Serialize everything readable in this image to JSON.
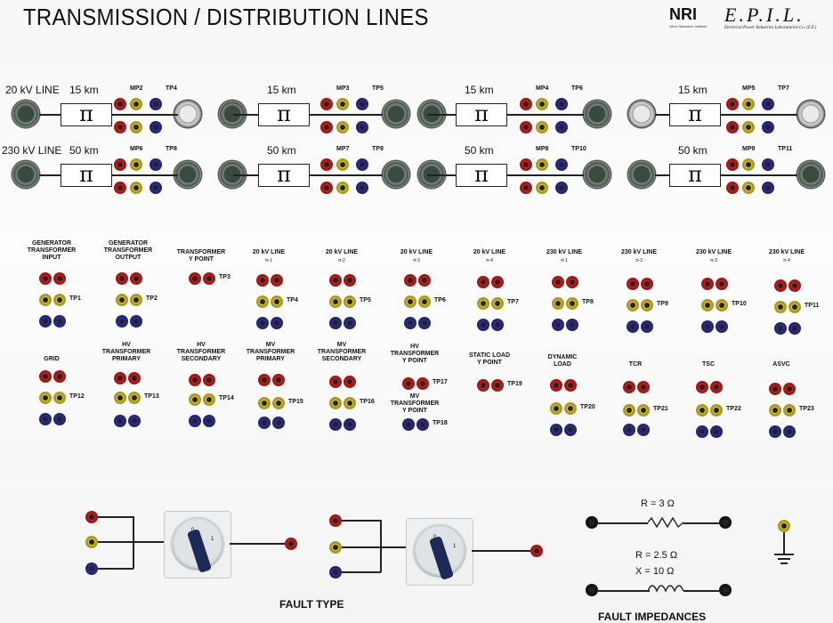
{
  "title": "TRANSMISSION / DISTRIBUTION LINES",
  "logos": {
    "nri": "NRI",
    "nri_sub": "Nirvo Research Institute",
    "epil": "E.P.I.L.",
    "epil_sub": "Electrical Power Industries Laboratories Co. (F.Z.)"
  },
  "lines": {
    "l20_label": "20 kV LINE",
    "l230_label": "230 kV LINE",
    "km20": "15 km",
    "km230": "50 km",
    "pi": "π",
    "l20_mp": [
      "MP2",
      "MP3",
      "MP4",
      "MP5"
    ],
    "l20_tp": [
      "TP4",
      "TP5",
      "TP6",
      "TP7"
    ],
    "l230_mp": [
      "MP6",
      "MP7",
      "MP8",
      "MP9"
    ],
    "l230_tp": [
      "TP8",
      "TP9",
      "TP10",
      "TP11"
    ]
  },
  "row1": [
    {
      "label": "GENERATOR\nTRANSFORMER\nINPUT",
      "sub": "",
      "tp": "TP1"
    },
    {
      "label": "GENERATOR\nTRANSFORMER\nOUTPUT",
      "sub": "",
      "tp": "TP2"
    },
    {
      "label": "TRANSFORMER\nY POINT",
      "sub": "",
      "tp": "TP3"
    },
    {
      "label": "20 kV LINE",
      "sub": "π-1",
      "tp": "TP4"
    },
    {
      "label": "20 kV LINE",
      "sub": "π-2",
      "tp": "TP5"
    },
    {
      "label": "20 kV LINE",
      "sub": "π-3",
      "tp": "TP6"
    },
    {
      "label": "20 kV LINE",
      "sub": "π-4",
      "tp": "TP7"
    },
    {
      "label": "230 kV LINE",
      "sub": "π-1",
      "tp": "TP8"
    },
    {
      "label": "230 kV LINE",
      "sub": "π-2",
      "tp": "TP9"
    },
    {
      "label": "230 kV LINE",
      "sub": "π-3",
      "tp": "TP10"
    },
    {
      "label": "230 kV LINE",
      "sub": "π-4",
      "tp": "TP11"
    }
  ],
  "row2": [
    {
      "label": "GRID",
      "tp": "TP12"
    },
    {
      "label": "HV\nTRANSFORMER\nPRIMARY",
      "tp": "TP13"
    },
    {
      "label": "HV\nTRANSFORMER\nSECONDARY",
      "tp": "TP14"
    },
    {
      "label": "MV\nTRANSFORMER\nPRIMARY",
      "tp": "TP15"
    },
    {
      "label": "MV\nTRANSFORMER\nSECONDARY",
      "tp": "TP16"
    },
    {
      "label": "HV\nTRANSFORMER\nY POINT",
      "tp": "TP17"
    },
    {
      "label": "MV\nTRANSFORMER\nY POINT",
      "tp": "TP18"
    },
    {
      "label": "STATIC LOAD\nY POINT",
      "tp": "TP19"
    },
    {
      "label": "DYNAMIC\nLOAD",
      "tp": "TP20"
    },
    {
      "label": "TCR",
      "tp": "TP21"
    },
    {
      "label": "TSC",
      "tp": "TP22"
    },
    {
      "label": "ASVC",
      "tp": "TP23"
    }
  ],
  "fault": {
    "fault_type": "FAULT TYPE",
    "fault_impedances": "FAULT IMPEDANCES",
    "r1": "R = 3 Ω",
    "r2": "R = 2.5 Ω",
    "x1": "X = 10  Ω",
    "pos0": "0",
    "pos1": "1"
  }
}
